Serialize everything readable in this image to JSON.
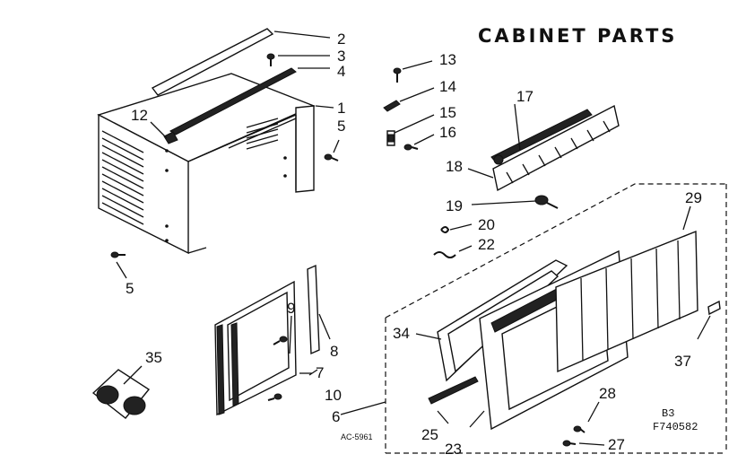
{
  "title": "CABINET PARTS",
  "drawing_code": "AC-5961",
  "model_code": "B3",
  "part_number": "F740582",
  "callouts": {
    "p1": "1",
    "p2": "2",
    "p3": "3",
    "p4": "4",
    "p5a": "5",
    "p5b": "5",
    "p6": "6",
    "p7": "7",
    "p8": "8",
    "p9": "9",
    "p10": "10",
    "p12": "12",
    "p13": "13",
    "p14": "14",
    "p15": "15",
    "p16": "16",
    "p17": "17",
    "p18": "18",
    "p19": "19",
    "p20": "20",
    "p22": "22",
    "p23": "23",
    "p25": "25",
    "p27": "27",
    "p28": "28",
    "p29": "29",
    "p34": "34",
    "p35": "35",
    "p37": "37"
  }
}
